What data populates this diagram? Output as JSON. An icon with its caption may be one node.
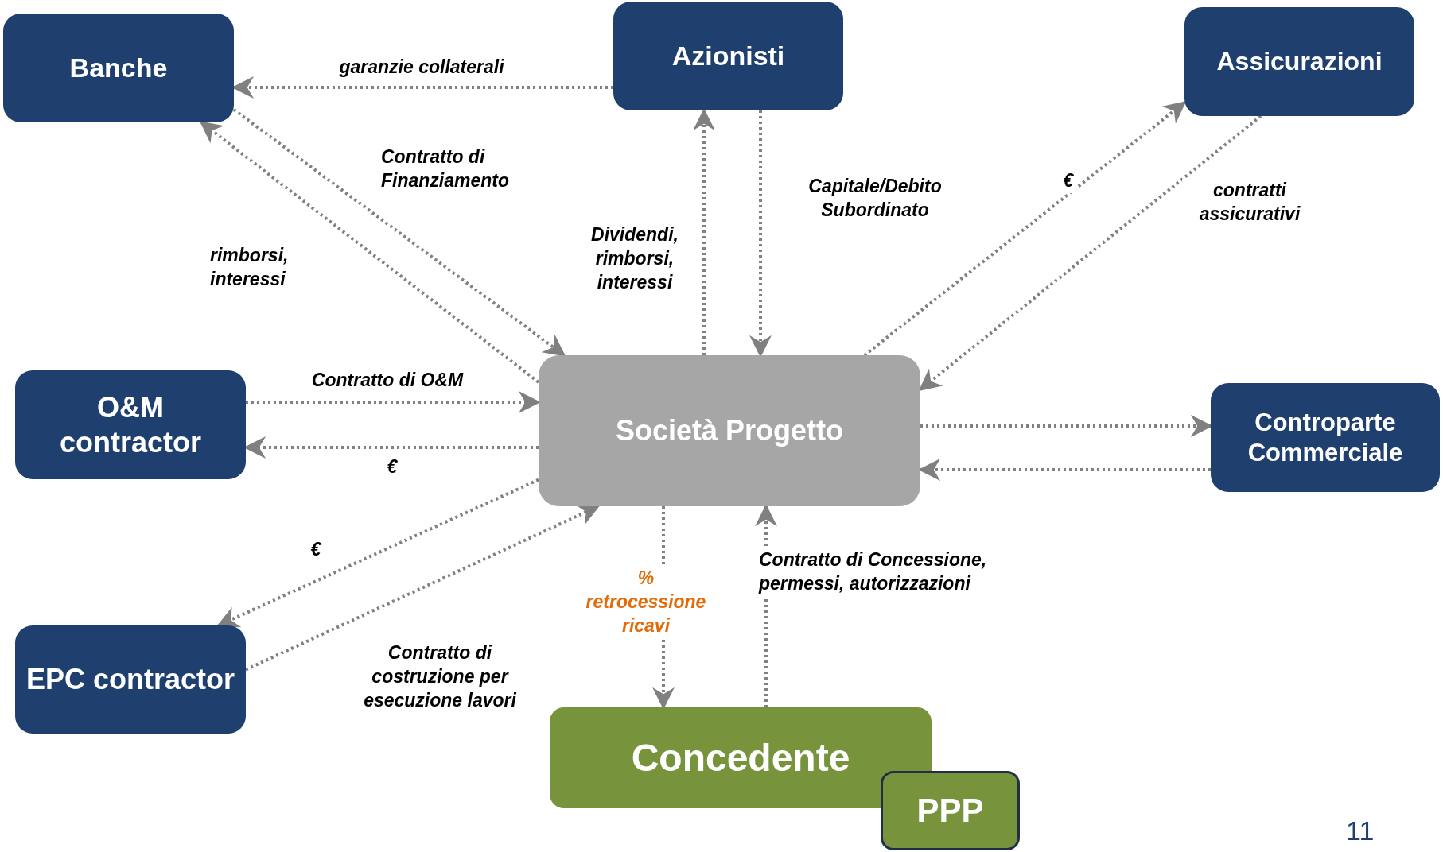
{
  "diagram": {
    "nodes": [
      {
        "text": [
          "Banche"
        ]
      },
      {
        "text": [
          "Azionisti"
        ]
      },
      {
        "text": [
          "Assicurazioni"
        ]
      },
      {
        "text": [
          "O&M contractor"
        ]
      },
      {
        "text": [
          "Società Progetto"
        ]
      },
      {
        "text": [
          "Controparte Commerciale"
        ]
      },
      {
        "text": [
          "EPC contractor"
        ]
      },
      {
        "text": [
          "Concedente"
        ]
      },
      {
        "text": [
          "PPP"
        ]
      }
    ],
    "edges": [
      {
        "from": 1,
        "to": 0,
        "arrow": "to",
        "label": "garanzie collaterali"
      },
      {
        "from": 0,
        "to": 4,
        "arrow": "to",
        "label": "Contratto di Finanziamento"
      },
      {
        "from": 4,
        "to": 0,
        "arrow": "to",
        "label": "rimborsi, interessi"
      },
      {
        "from": 4,
        "to": 1,
        "arrow": "to",
        "label": "Dividendi, rimborsi, interessi"
      },
      {
        "from": 1,
        "to": 4,
        "arrow": "to",
        "label": "Capitale/Debito Subordinato"
      },
      {
        "from": 4,
        "to": 2,
        "arrow": "to",
        "label": "€"
      },
      {
        "from": 2,
        "to": 4,
        "arrow": "to",
        "label": "contratti assicurativi"
      },
      {
        "from": 3,
        "to": 4,
        "arrow": "to",
        "label": "Contratto di O&M"
      },
      {
        "from": 4,
        "to": 3,
        "arrow": "to",
        "label": "€"
      },
      {
        "from": 4,
        "to": 5,
        "arrow": "to"
      },
      {
        "from": 5,
        "to": 4,
        "arrow": "to"
      },
      {
        "from": 4,
        "to": 6,
        "arrow": "to",
        "label": "€"
      },
      {
        "from": 6,
        "to": 4,
        "arrow": "to",
        "label": "Contratto di costruzione per esecuzione lavori"
      },
      {
        "from": 4,
        "to": 7,
        "arrow": "to",
        "label": "% retrocessione ricavi"
      },
      {
        "from": 7,
        "to": 4,
        "arrow": "to",
        "label": "Contratto di Concessione, permessi, autorizzazioni"
      }
    ],
    "labels": [
      "11"
    ]
  }
}
